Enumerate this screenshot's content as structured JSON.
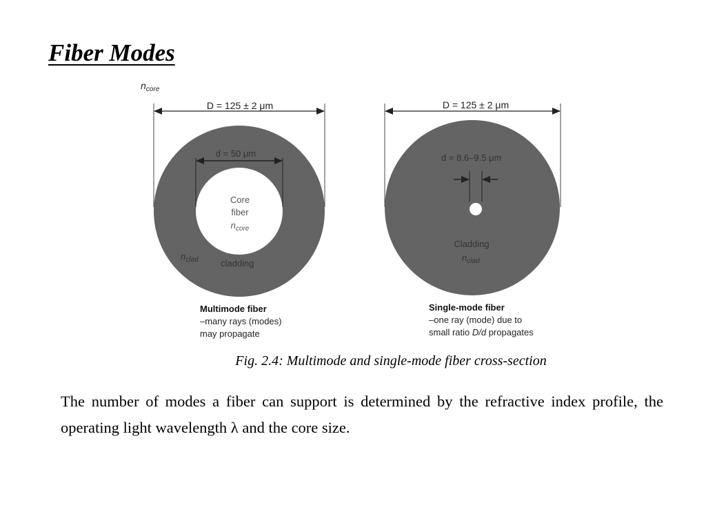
{
  "slide": {
    "title": "Fiber Modes",
    "caption": "Fig. 2.4: Multimode and single-mode fiber cross-section",
    "body": "The number of modes a fiber can support is determined by the refractive index profile, the operating light wavelength λ and the core size."
  },
  "figure": {
    "top_label": {
      "main": "n",
      "sub": "core"
    },
    "multimode": {
      "outer_dim": "D = 125 ± 2 μm",
      "inner_dim": "d = 50 μm",
      "core_label_1": "Core",
      "core_label_2": "fiber",
      "core_n": {
        "main": "n",
        "sub": "core"
      },
      "clad_n": {
        "main": "n",
        "sub": "clad"
      },
      "cladding": "cladding",
      "desc_title": "Multimode fiber",
      "desc_line_1": "–many rays (modes)",
      "desc_line_2": "may propagate"
    },
    "singlemode": {
      "outer_dim": "D = 125 ± 2 μm",
      "inner_dim": "d = 8.6–9.5 μm",
      "cladding": "Cladding",
      "clad_n": {
        "main": "n",
        "sub": "clad"
      },
      "desc_title": "Single-mode fiber",
      "desc_line_1": "–one ray (mode) due to",
      "desc_line_2a": "small ratio ",
      "desc_line_2b": "D/d",
      "desc_line_2c": " propagates"
    },
    "colors": {
      "cladding": "#6b6b6b",
      "cladding_dark": "#4a4a4a",
      "core": "#ffffff"
    }
  }
}
